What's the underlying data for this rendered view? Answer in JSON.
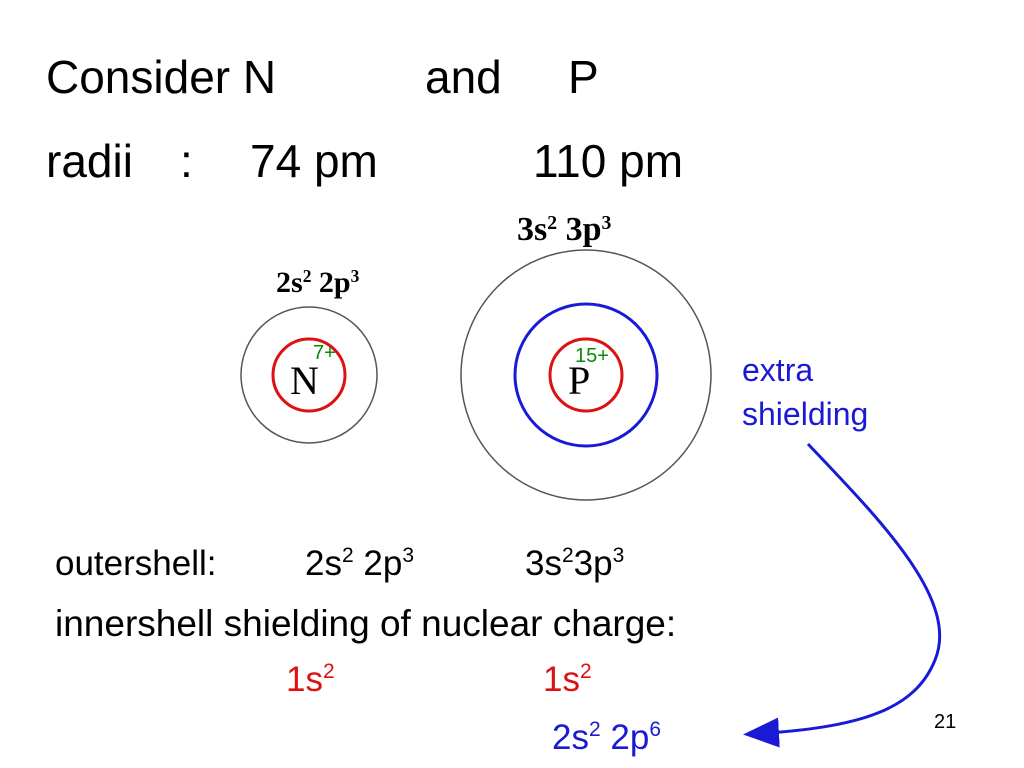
{
  "title": {
    "line1": {
      "word": "Consider N",
      "and": "and",
      "p": "P"
    },
    "line2": {
      "label": "radii",
      "colon": ":",
      "n_radius": "74 pm",
      "p_radius": "110 pm"
    }
  },
  "nitrogen": {
    "symbol": "N",
    "charge": "7+",
    "config": {
      "s_base": "2s",
      "s_exp": "2",
      "p_base": "2p",
      "p_exp": "3"
    }
  },
  "phosphorus": {
    "symbol": "P",
    "charge": "15+",
    "config": {
      "s_base": "3s",
      "s_exp": "2",
      "p_base": "3p",
      "p_exp": "3"
    }
  },
  "extra_shielding": {
    "line1": "extra",
    "line2": "shielding"
  },
  "outershell": {
    "label": "outershell:",
    "n": {
      "s_base": "2s",
      "s_exp": "2",
      "p_base": "2p",
      "p_exp": "3"
    },
    "p": {
      "s_base": "3s",
      "s_exp": "2",
      "p_base": "3p",
      "p_exp": "3"
    }
  },
  "innershell": {
    "label": "innershell shielding of nuclear charge:",
    "n": {
      "base": "1s",
      "exp": "2"
    },
    "p": {
      "base": "1s",
      "exp": "2"
    },
    "p_extra": {
      "s_base": "2s",
      "s_exp": "2",
      "p_base": "2p",
      "p_exp": "6"
    }
  },
  "slide_number": "21",
  "colors": {
    "red": "#dd1111",
    "blue": "#1a1ad6",
    "green": "#0a8a0a",
    "gray": "#555555"
  }
}
